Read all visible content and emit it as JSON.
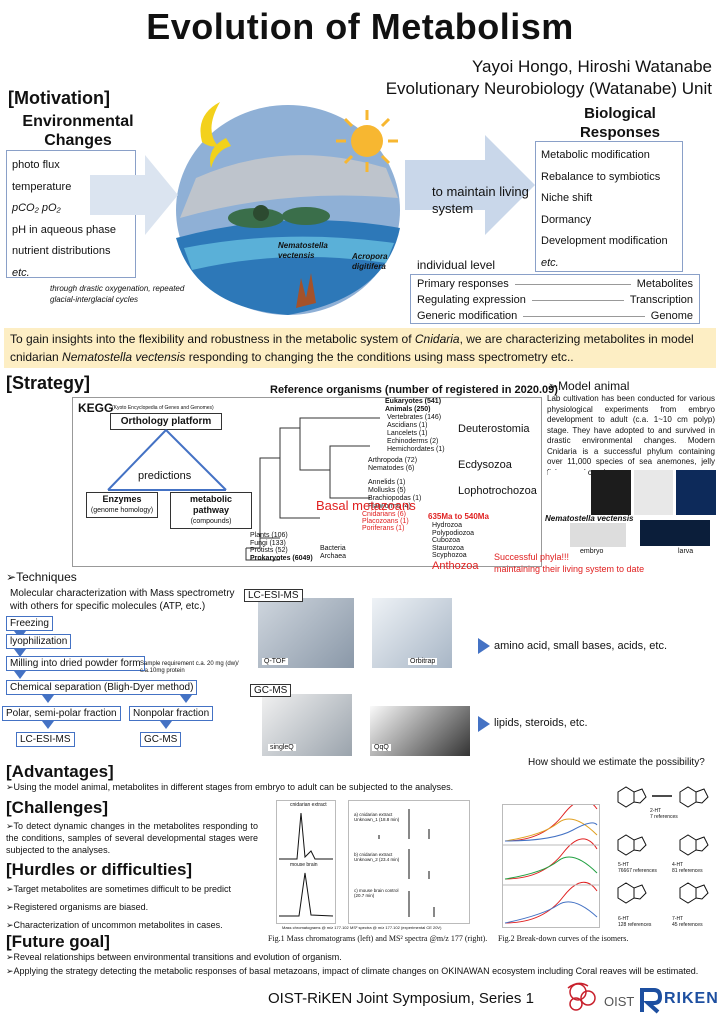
{
  "title": "Evolution of Metabolism",
  "authors": {
    "names": "Yayoi Hongo, Hiroshi Watanabe",
    "unit": "Evolutionary Neurobiology (Watanabe) Unit"
  },
  "motivation": {
    "heading": "[Motivation]",
    "env_heading": "Environmental Changes",
    "env_items": [
      "photo flux",
      "temperature",
      "pCO₂  pO₂",
      "pH in aqueous phase",
      "nutrient distributions",
      "etc."
    ],
    "note": "through drastic oxygenation, repeated glacial-interglacial cycles",
    "maintain": "to maintain living system",
    "bio_heading": "Biological Responses",
    "bio_items": [
      "Metabolic modification",
      "Rebalance to symbiotics",
      "Niche shift",
      "Dormancy",
      "Development modification",
      "etc."
    ],
    "globe_labels": {
      "nematostella": "Nematostella vectensis",
      "acropora": "Acropora digitifera"
    },
    "individual_level": "individual level",
    "levels": [
      {
        "left": "Primary responses",
        "right": "Metabolites"
      },
      {
        "left": "Regulating expression",
        "right": "Transcription"
      },
      {
        "left": "Generic modification",
        "right": "Genome"
      }
    ]
  },
  "banner": {
    "pre": "To gain insights into the flexibility and robustness in the metabolic system of ",
    "cnidaria": "Cnidaria",
    "mid": ", we are characterizing metabolites in model cnidarian ",
    "nema": "Nematostella vectensis",
    "post": " responding to changing the the conditions using mass spectrometry etc.."
  },
  "strategy": {
    "heading": "[Strategy]",
    "ref_title": "Reference organisms (number of registered in 2020.09)",
    "kegg": "KEGG",
    "kegg_sub": "(Kyoto Encyclopedia of Genes and Genomes)",
    "orthology": "Orthology platform",
    "predictions": "predictions",
    "enzymes": "Enzymes",
    "enzymes_sub": "(genome homology)",
    "pathway": "metabolic pathway",
    "pathway_sub": "(compounds)",
    "tree": {
      "eukaryotes": "Eukaryotes (541)",
      "animals": "Animals (250)",
      "vertebrates": "Vertebrates (146)",
      "ascidians": "Ascidians (1)",
      "lancelets": "Lancelets (1)",
      "echinoderms": "Echinoderms (2)",
      "hemichordates": "Hemichordates (1)",
      "deuterostomia": "Deuterostomia",
      "arthropoda": "Arthropoda (72)",
      "nematodes": "Nematodes (6)",
      "ecdysozoa": "Ecdysozoa",
      "annelids": "Annelids (1)",
      "mollusks": "Mollusks (5)",
      "brachiopodas": "Brachiopodas (1)",
      "flatworms": "Flatworms (4)",
      "lophotrochozoa": "Lophotrochozoa",
      "basal": "Basal metazoans",
      "cnidarians": "Cnidarians (6)",
      "placozoans": "Placozoans (1)",
      "poriferans": "Poriferans (1)",
      "era": "635Ma to 540Ma",
      "plants": "Plants (106)",
      "fungi": "Fungi (133)",
      "protists": "Protists (52)",
      "prokaryotes": "Prokaryotes (6049)",
      "bacteria": "Bacteria",
      "archaea": "Archaea",
      "hydrozoa": "Hydrozoa",
      "polypodiozoa": "Polypodiozoa",
      "cubozoa": "Cubozoa",
      "staurozoa": "Staurozoa",
      "scyphozoa": "Scyphozoa",
      "anthozoa": "Anthozoa",
      "success": "Successful phyla!!!",
      "success2": "maintaining their living system to date"
    },
    "model_heading": "Model animal",
    "model_text": "Lab cultivation has been conducted for various physiological experiments from embryo development to adult (c.a. 1~10 cm polyp) stage. They have adopted to and survived in drastic environmental changes. Modern Cnidaria is a successful phylum containing over 11,000 species of sea anemones, jelly fishes, and corals",
    "nema_label": "Nematostella vectensis",
    "embryo": "embryo",
    "larva": "larva"
  },
  "techniques": {
    "heading": "Techniques",
    "desc": "Molecular characterization with Mass spectrometry with others for specific molecules (ATP, etc.)",
    "flow": [
      "Freezing",
      "lyophilization",
      "Milling into dried powder form",
      "Chemical separation (Bligh-Dyer method)"
    ],
    "sample_req": "Sample requirement c.a. 20 mg (dw)/ c.a.10mg protein",
    "polar": "Polar, semi-polar fraction",
    "nonpolar": "Nonpolar fraction",
    "lcms": "LC-ESI-MS",
    "gcms": "GC-MS",
    "lc_label": "LC-ESI-MS",
    "gc_label": "GC-MS",
    "qtof": "Q-TOF",
    "orbitrap": "Orbitrap",
    "singleq": "singleQ",
    "qqq": "QqQ",
    "lc_result": "amino acid, small bases, acids, etc.",
    "gc_result": "lipids, steroids, etc."
  },
  "advantages": {
    "heading": "[Advantages]",
    "items": [
      "Using the model animal, metabolites in different stages from embryo to adult can be subjected to the analyses."
    ]
  },
  "challenges": {
    "heading": "[Challenges]",
    "items": [
      "To detect dynamic changes in the metabolites responding to the conditions, samples of several developmental stages were subjected to the analyses."
    ]
  },
  "hurdles": {
    "heading": "[Hurdles or difficulties]",
    "items": [
      "Target metabolites are sometimes difficult to be predict",
      "Registered organisms are biased.",
      "Characterization of uncommon metabolites in cases."
    ]
  },
  "future": {
    "heading": "[Future goal]",
    "items": [
      "Reveal relationships between environmental transitions and evolution of organism.",
      "Applying the strategy detecting the metabolic responses of basal metazoans, impact of climate changes on OKINAWAN ecosystem including Coral reaves will be estimated."
    ]
  },
  "figures": {
    "question": "How should we estimate the possibility?",
    "fig1": "Fig.1 Mass chromatograms (left) and MS² spectra @m/z 177 (right).",
    "fig2": "Fig.2 Break-down curves of the isomers.",
    "chrom_top": "cnidarian extract",
    "chrom_bottom": "mouse brain",
    "chrom_axis": "Mass chromatograms @ m/z 177.102",
    "ms2_axis": "MS² spectra @ m/z 177.102 (experimental CE 20V)",
    "panel_a": "a) cnidarian extract Unknown_1 (18.8 min)",
    "panel_b": "b) cnidarian extract Unknown_2 (23.4 min)",
    "panel_c": "c) mouse brain control (20.7 min)",
    "isomers": [
      {
        "name": "2-HT",
        "refs": "7 references"
      },
      {
        "name": "5-HT",
        "refs": "76667 references"
      },
      {
        "name": "4-HT",
        "refs": "81 references"
      },
      {
        "name": "6-HT",
        "refs": "128 references"
      },
      {
        "name": "7-HT",
        "refs": "45 references"
      }
    ]
  },
  "footer": {
    "text": "OIST-RiKEN Joint Symposium, Series 1",
    "oist": "OIST",
    "riken": "RIKEN"
  },
  "colors": {
    "accent": "#4472c4",
    "red": "#e02020",
    "banner": "#fdeec4"
  }
}
